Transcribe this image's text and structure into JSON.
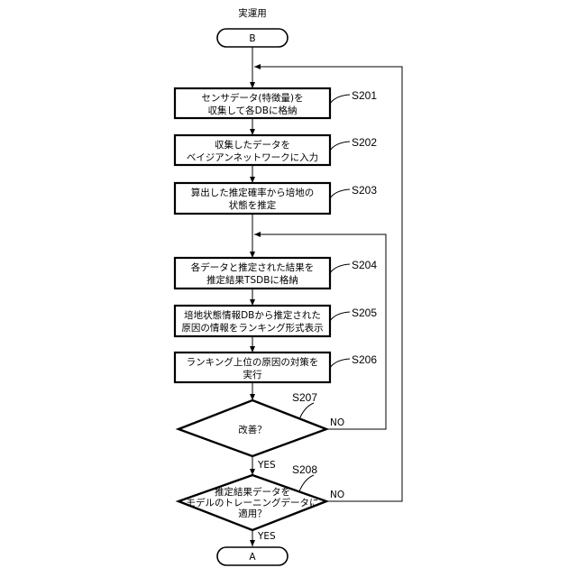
{
  "title": "実運用",
  "start_terminal": "B",
  "end_terminal": "A",
  "steps": [
    {
      "id": "S201",
      "lines": [
        "センサデータ(特徴量)を",
        "収集して各DBに格納"
      ]
    },
    {
      "id": "S202",
      "lines": [
        "収集したデータを",
        "ベイジアンネットワークに入力"
      ]
    },
    {
      "id": "S203",
      "lines": [
        "算出した推定確率から培地の",
        "状態を推定"
      ]
    },
    {
      "id": "S204",
      "lines": [
        "各データと推定された結果を",
        "推定結果TSDBに格納"
      ]
    },
    {
      "id": "S205",
      "lines": [
        "培地状態情報DBから推定された",
        "原因の情報をランキング形式表示"
      ]
    },
    {
      "id": "S206",
      "lines": [
        "ランキング上位の原因の対策を",
        "実行"
      ]
    }
  ],
  "decisions": [
    {
      "id": "S207",
      "lines": [
        "改善？"
      ],
      "yes": "YES",
      "no": "NO"
    },
    {
      "id": "S208",
      "lines": [
        "推定結果データを",
        "モデルのトレーニングデータに",
        "適用？"
      ],
      "yes": "YES",
      "no": "NO"
    }
  ]
}
